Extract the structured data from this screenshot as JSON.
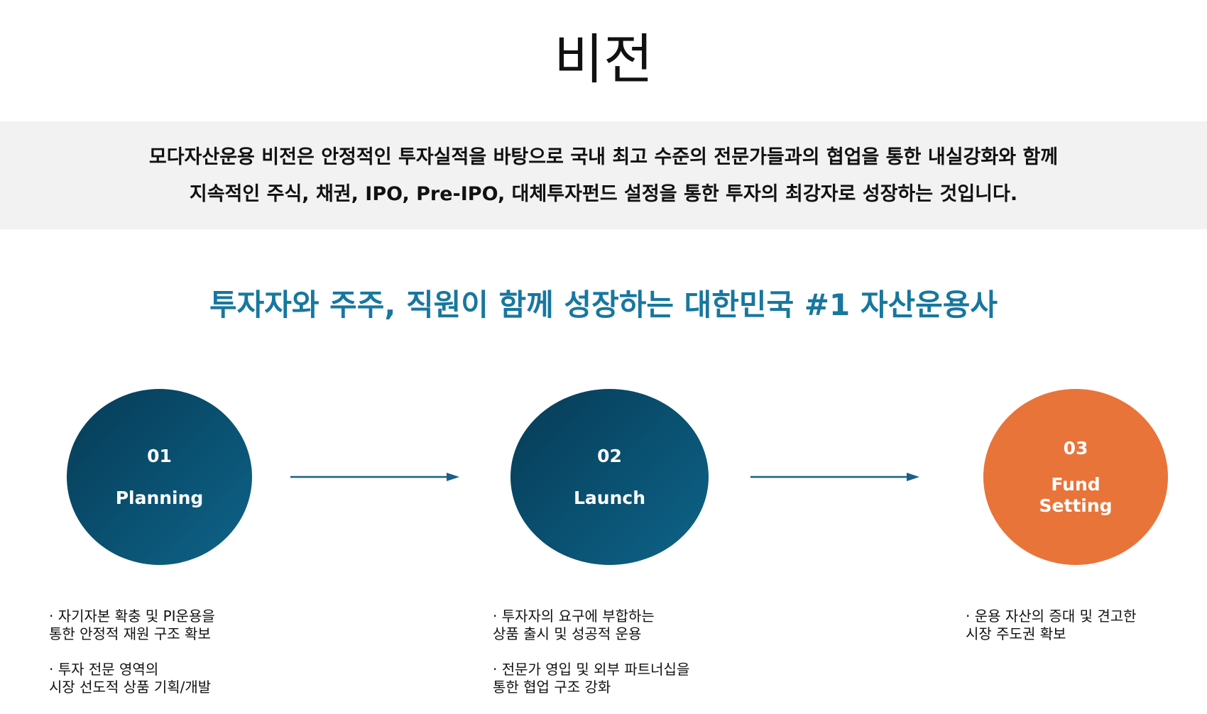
{
  "title": "비전",
  "intro": {
    "line1": "모다자산운용 비전은 안정적인 투자실적을 바탕으로 국내 최고 수준의 전문가들과의 협업을 통한 내실강화와 함께",
    "line2": "지속적인 주식, 채권, IPO, Pre-IPO, 대체투자펀드 설정을 통한 투자의 최강자로 성장하는 것입니다."
  },
  "slogan": "투자자와 주주, 직원이 함께 성장하는 대한민국 #1 자산운용사",
  "colors": {
    "accent": "#17779f",
    "dark_blue": "#063b56",
    "orange": "#e8743a"
  },
  "steps": [
    {
      "num": "01",
      "label": "Planning",
      "bullets": [
        [
          "· 자기자본 확충 및 PI운용을",
          "통한 안정적 재원 구조 확보"
        ],
        [
          "· 투자 전문 영역의",
          "시장 선도적 상품 기획/개발"
        ]
      ]
    },
    {
      "num": "02",
      "label": "Launch",
      "bullets": [
        [
          "· 투자자의 요구에 부합하는",
          "상품 출시 및 성공적 운용"
        ],
        [
          "· 전문가 영입 및 외부 파트너십을",
          "통한 협업 구조 강화"
        ]
      ]
    },
    {
      "num": "03",
      "label": "Fund",
      "label2": "Setting",
      "bullets": [
        [
          "· 운용 자산의 증대 및 견고한",
          "시장 주도권 확보"
        ]
      ]
    }
  ]
}
